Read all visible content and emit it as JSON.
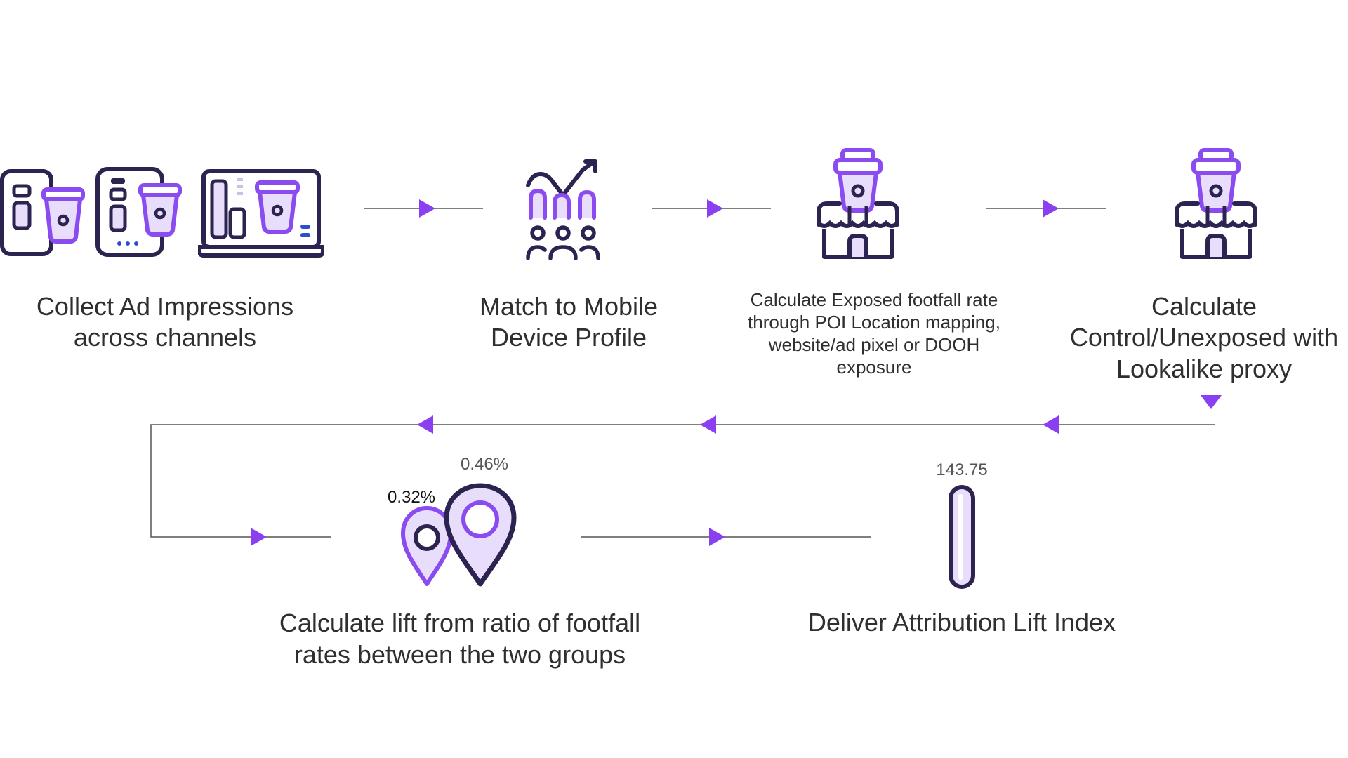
{
  "steps": {
    "collect": {
      "label": "Collect Ad Impressions across channels"
    },
    "match": {
      "label": "Match to Mobile Device Profile"
    },
    "exposed": {
      "label": "Calculate Exposed footfall rate through POI Location mapping, website/ad pixel or DOOH exposure"
    },
    "control": {
      "label": "Calculate Control/Unexposed with Lookalike proxy"
    },
    "lift": {
      "label": "Calculate lift from ratio of footfall rates between the two groups",
      "value_exposed": "0.46%",
      "value_control": "0.32%"
    },
    "deliver": {
      "label": "Deliver Attribution Lift Index",
      "value": "143.75"
    }
  },
  "colors": {
    "dark": "#2d2350",
    "accent": "#8a4cf0",
    "light_fill": "#e8ddfb",
    "arrow": "#8a3ff0",
    "line": "#555555",
    "highlight_blue": "#2e4ccf"
  },
  "icons": {
    "collect": [
      "phone-coffee-icon",
      "tablet-coffee-icon",
      "laptop-coffee-icon"
    ],
    "match": "audience-trend-icon",
    "exposed": "coffee-shop-icon",
    "control": "coffee-shop-icon",
    "lift": "map-pins-icon",
    "deliver": "index-bar-icon"
  }
}
